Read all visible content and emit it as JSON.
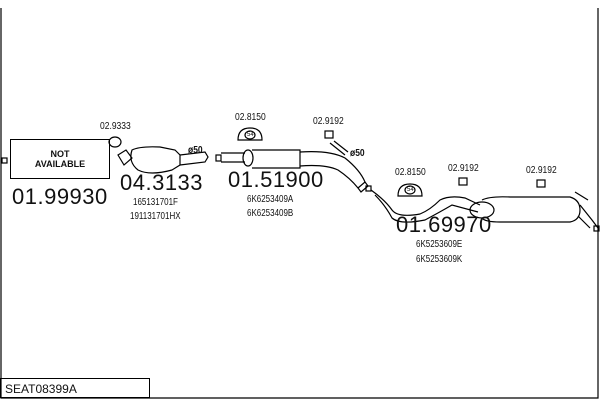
{
  "diagram_code": "SEAT08399A",
  "not_available": {
    "line1": "NOT",
    "line2": "AVAILABLE"
  },
  "parts": [
    {
      "number": "01.99930"
    },
    {
      "number": "04.3133",
      "refs": [
        "165131701F",
        "191131701HX"
      ]
    },
    {
      "number": "01.51900",
      "refs": [
        "6K6253409A",
        "6K6253409B"
      ]
    },
    {
      "number": "01.69970",
      "refs": [
        "6K5253609E",
        "6K5253609K"
      ]
    }
  ],
  "accessories": [
    "02.9333",
    "02.8150",
    "02.9192",
    "02.8150",
    "02.9192",
    "02.9192"
  ],
  "diameters": [
    "ø50",
    "ø50"
  ],
  "hanger_badge": "54"
}
